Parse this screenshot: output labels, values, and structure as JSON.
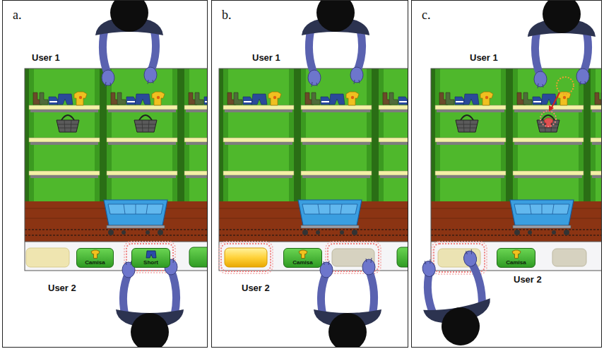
{
  "diagram": {
    "nodes": [
      {
        "text": [
          "a."
        ]
      },
      {
        "text": [
          "Camisa"
        ],
        "in": 0
      },
      {
        "text": [
          "Short"
        ],
        "in": 0
      },
      {
        "text": [
          "b."
        ]
      },
      {
        "text": [
          "Camisa"
        ],
        "in": 3
      },
      {
        "text": [
          "c."
        ]
      },
      {
        "text": [
          "Camisa"
        ],
        "in": 5
      }
    ],
    "labels": [
      "User 1",
      "User 2",
      "User 1",
      "User 2",
      "User 1",
      "User 2"
    ]
  }
}
